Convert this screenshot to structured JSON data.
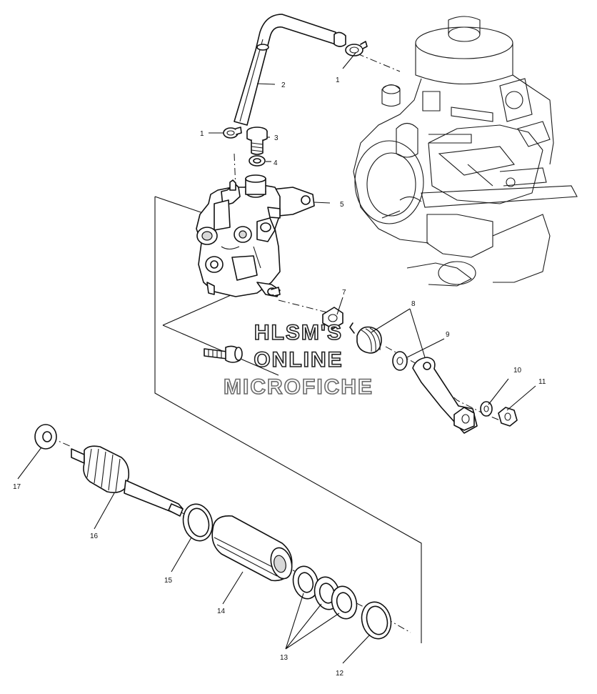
{
  "diagram": {
    "callouts": [
      "1",
      "2",
      "1",
      "3",
      "4",
      "5",
      "7",
      "8",
      "9",
      "10",
      "11",
      "17",
      "16",
      "15",
      "14",
      "13",
      "12"
    ]
  },
  "watermark": {
    "line1": "HLSM'S",
    "line2": "ONLINE",
    "line3": "MICROFICHE"
  }
}
